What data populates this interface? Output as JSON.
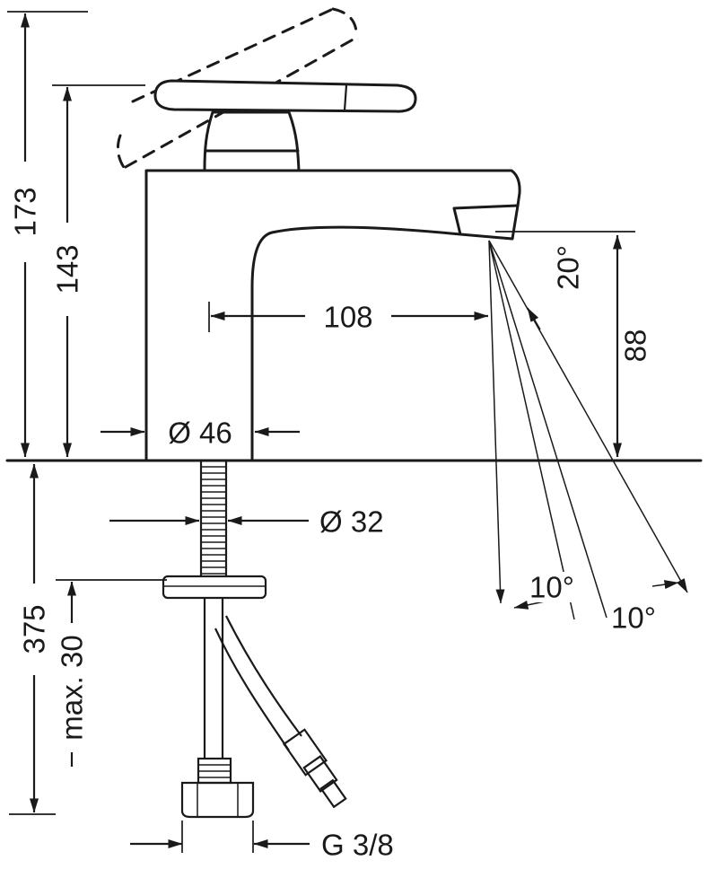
{
  "drawing": {
    "colors": {
      "ink": "#1a1a1a",
      "paper": "#ffffff"
    },
    "dimension_labels": {
      "total_height": "173",
      "height": "143",
      "spout_reach": "108",
      "outlet_height": "88",
      "outlet_angle": "20°",
      "base_diameter": "Ø 46",
      "hole_diameter": "Ø 32",
      "supply_length": "375",
      "max_mounting_depth": "max. 30",
      "angle_left": "10°",
      "angle_right": "10°",
      "connection_thread": "G 3/8"
    }
  }
}
